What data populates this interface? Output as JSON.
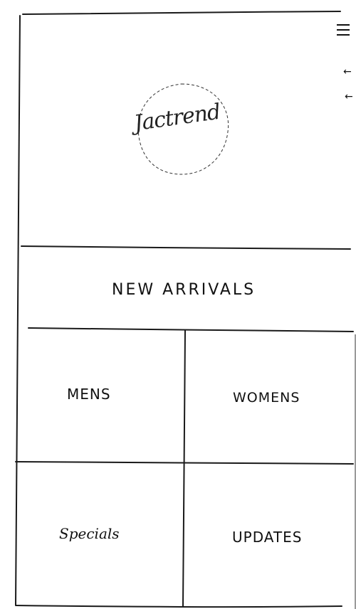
{
  "brand": {
    "logo_text": "Jactrend"
  },
  "header": {
    "menu_icon": "hamburger-icon",
    "arrows": [
      "left-arrow-icon",
      "left-arrow-icon"
    ]
  },
  "banner": {
    "label": "NEW ARRIVALS"
  },
  "tiles": [
    {
      "label": "MENS"
    },
    {
      "label": "WOMENS"
    },
    {
      "label": "Specials"
    },
    {
      "label": "UPDATES"
    }
  ],
  "colors": {
    "ink": "#111111",
    "paper": "#ffffff"
  }
}
